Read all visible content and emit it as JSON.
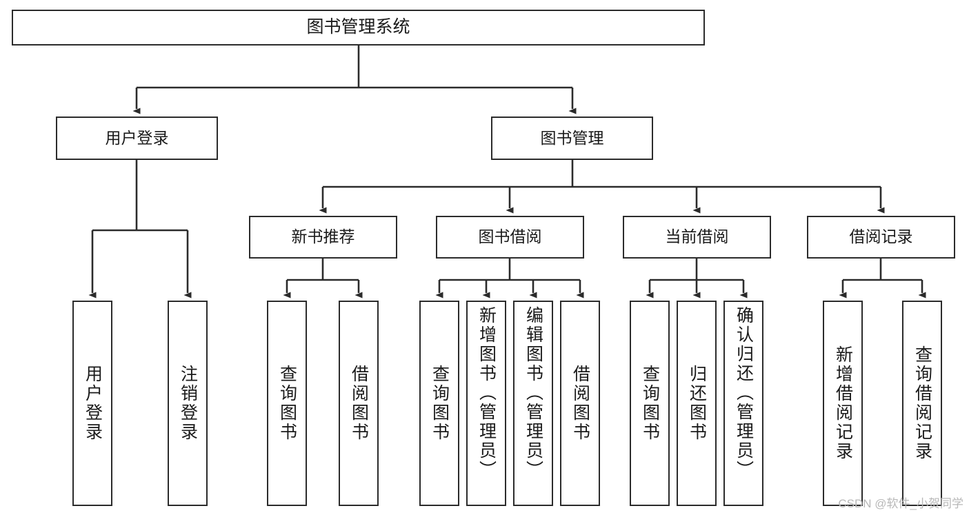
{
  "diagram": {
    "title": "图书管理系统",
    "watermark": "CSDN @软件_小贺同学",
    "colors": {
      "box_border": "#2b2b2b",
      "box_fill": "#ffffff",
      "line": "#2b2b2b",
      "text": "#1a1a1a",
      "watermark": "#b8b8b8"
    },
    "root": {
      "label": "图书管理系统"
    },
    "level2": [
      {
        "label": "用户登录"
      },
      {
        "label": "图书管理"
      }
    ],
    "level3": [
      {
        "label": "新书推荐"
      },
      {
        "label": "图书借阅"
      },
      {
        "label": "当前借阅"
      },
      {
        "label": "借阅记录"
      }
    ],
    "leaves": {
      "user_login": [
        {
          "label": "用户登录"
        },
        {
          "label": "注销登录"
        }
      ],
      "new_book": [
        {
          "label": "查询图书"
        },
        {
          "label": "借阅图书"
        }
      ],
      "book_borrow": [
        {
          "label": "查询图书"
        },
        {
          "label": "新增图书（管理员）"
        },
        {
          "label": "编辑图书（管理员）"
        },
        {
          "label": "借阅图书"
        }
      ],
      "current_borrow": [
        {
          "label": "查询图书"
        },
        {
          "label": "归还图书"
        },
        {
          "label": "确认归还（管理员）"
        }
      ],
      "borrow_record": [
        {
          "label": "新增借阅记录"
        },
        {
          "label": "查询借阅记录"
        }
      ]
    }
  }
}
